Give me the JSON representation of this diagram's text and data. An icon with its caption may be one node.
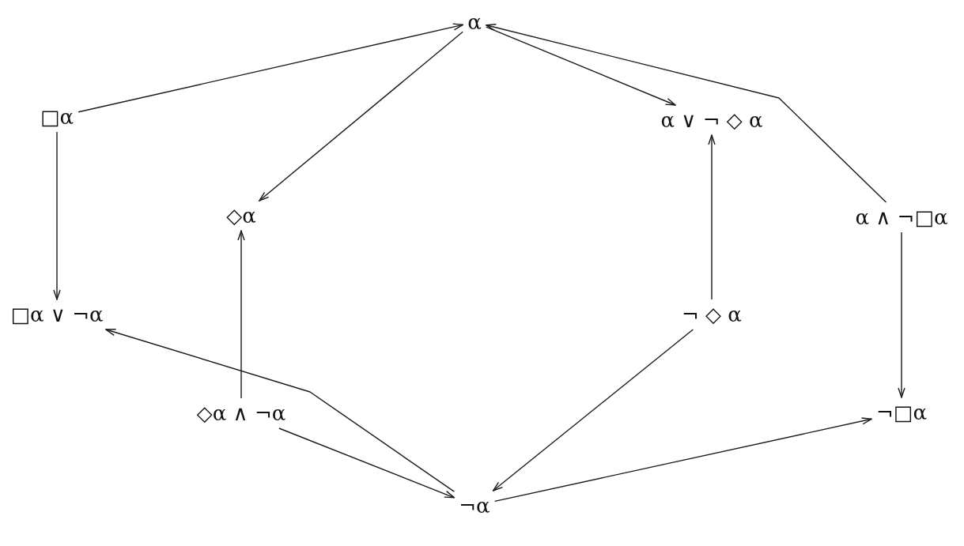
{
  "diagram": {
    "nodes": [
      {
        "text": [
          "α"
        ]
      },
      {
        "text": [
          "□α"
        ]
      },
      {
        "text": [
          "α ∨ ¬ ◇ α"
        ]
      },
      {
        "text": [
          "◇α"
        ]
      },
      {
        "text": [
          "α ∧ ¬□α"
        ]
      },
      {
        "text": [
          "□α ∨ ¬α"
        ]
      },
      {
        "text": [
          "¬ ◇ α"
        ]
      },
      {
        "text": [
          "◇α ∧ ¬α"
        ]
      },
      {
        "text": [
          "¬□α"
        ]
      },
      {
        "text": [
          "¬α"
        ]
      }
    ],
    "edges": [
      {
        "from": 1,
        "to": 0,
        "arrow": "to"
      },
      {
        "from": 0,
        "to": 3,
        "arrow": "to"
      },
      {
        "from": 0,
        "to": 2,
        "arrow": "to"
      },
      {
        "from": 4,
        "to": 0,
        "arrow": "to"
      },
      {
        "from": 1,
        "to": 5,
        "arrow": "to"
      },
      {
        "from": 7,
        "to": 3,
        "arrow": "to"
      },
      {
        "from": 6,
        "to": 2,
        "arrow": "to"
      },
      {
        "from": 4,
        "to": 8,
        "arrow": "to"
      },
      {
        "from": 6,
        "to": 9,
        "arrow": "to"
      },
      {
        "from": 9,
        "to": 8,
        "arrow": "to"
      },
      {
        "from": 7,
        "to": 9,
        "arrow": "to"
      },
      {
        "from": 9,
        "to": 5,
        "arrow": "to"
      }
    ]
  }
}
